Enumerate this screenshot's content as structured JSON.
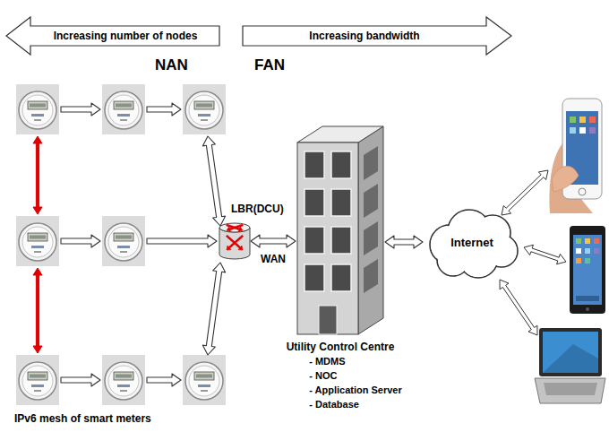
{
  "diagram": {
    "nodes": [
      {
        "text": [
          "Increasing number of nodes"
        ]
      },
      {
        "text": [
          "Increasing bandwidth"
        ]
      },
      {
        "text": [
          "LBR(DCU)"
        ]
      },
      {
        "text": [
          "Utility Control Centre",
          "- MDMS",
          "- NOC",
          "- Application Server",
          "- Database"
        ]
      },
      {
        "text": [
          "Internet"
        ]
      }
    ],
    "edges": [
      {
        "from": 2,
        "to": 3,
        "label": "WAN",
        "arrow": "both"
      },
      {
        "from": 3,
        "to": 4,
        "arrow": "both"
      }
    ],
    "labels": [
      "NAN",
      "FAN",
      "IPv6 mesh of smart meters"
    ]
  }
}
